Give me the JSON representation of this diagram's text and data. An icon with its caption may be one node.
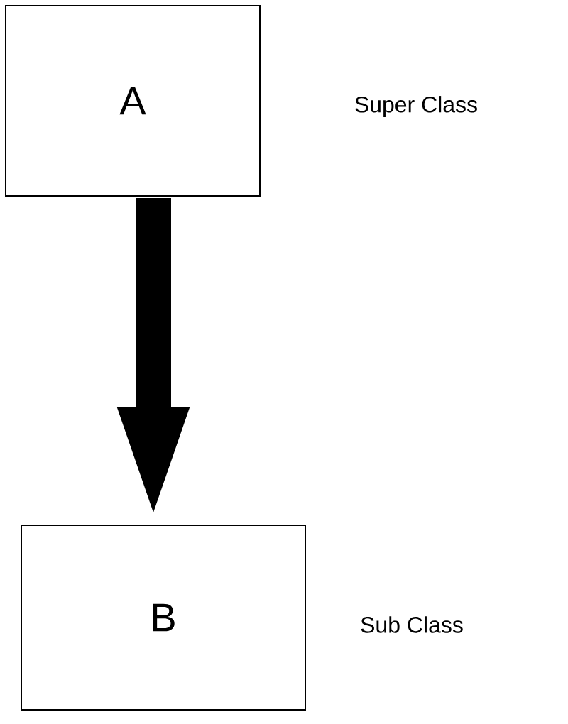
{
  "diagram": {
    "nodes": [
      {
        "text": [
          "A"
        ]
      },
      {
        "text": [
          "B"
        ]
      }
    ],
    "labels": [
      "Super Class",
      "Sub Class"
    ],
    "edges": [
      {
        "from": 0,
        "to": 1,
        "arrow": "to"
      }
    ]
  }
}
